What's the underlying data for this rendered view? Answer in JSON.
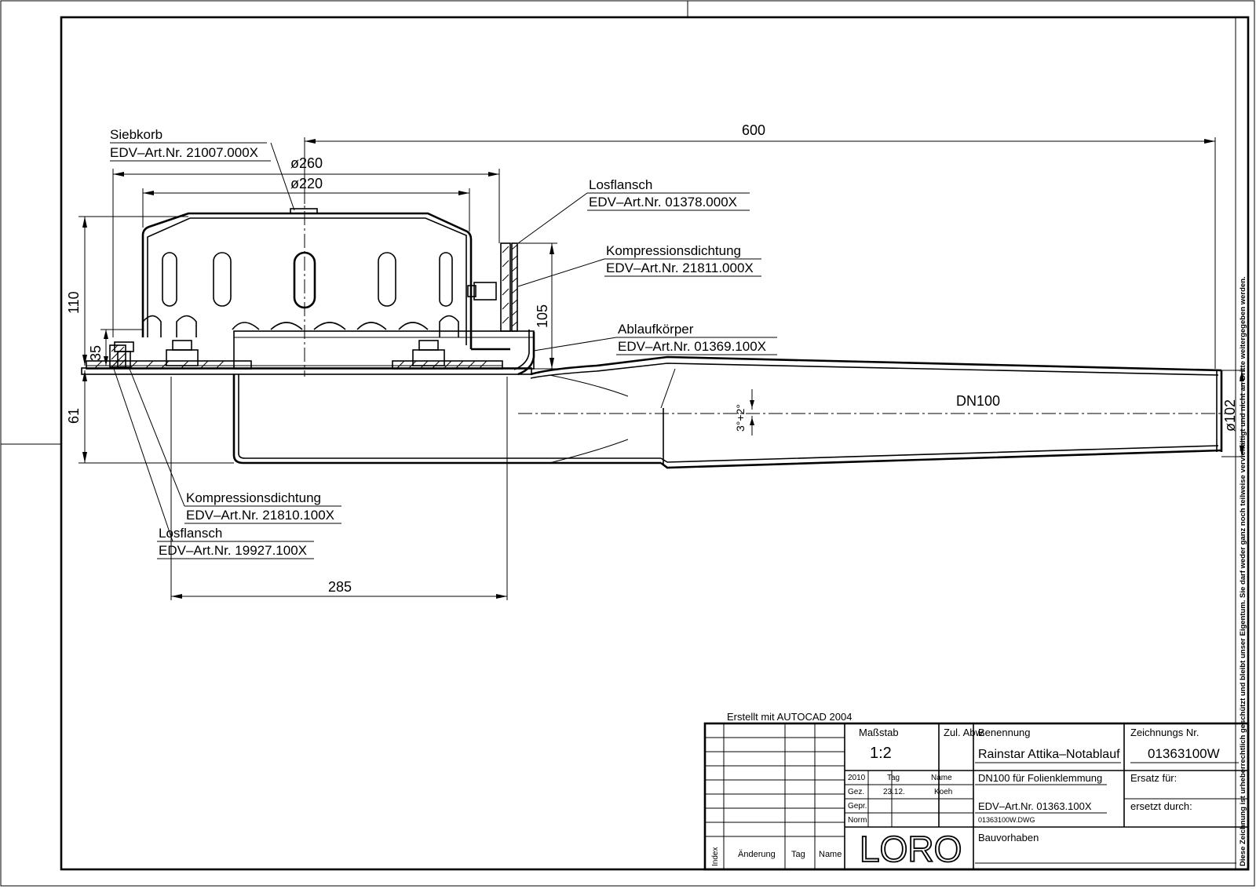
{
  "dimensions": {
    "length_600": "600",
    "dia_260": "ø260",
    "dia_220": "ø220",
    "height_110": "110",
    "height_35": "35",
    "height_105": "105",
    "height_61": "61",
    "width_285": "285",
    "dia_102": "ø102",
    "slope": "3°+2°",
    "nominal": "DN100"
  },
  "labels": {
    "siebkorb": {
      "name": "Siebkorb",
      "art": "EDV–Art.Nr.  21007.000X"
    },
    "losflansch_top": {
      "name": "Losflansch",
      "art": "EDV–Art.Nr.  01378.000X"
    },
    "kompression_top": {
      "name": "Kompressionsdichtung",
      "art": "EDV–Art.Nr.  21811.000X"
    },
    "ablauf": {
      "name": "Ablaufkörper",
      "art": "EDV–Art.Nr.  01369.100X"
    },
    "kompression_bottom": {
      "name": "Kompressionsdichtung",
      "art": "EDV–Art.Nr.  21810.100X"
    },
    "losflansch_bottom": {
      "name": "Losflansch",
      "art": "EDV–Art.Nr.  19927.100X"
    }
  },
  "title_block": {
    "created_with": "Erstellt mit AUTOCAD 2004",
    "scale_label": "Maßstab",
    "scale_value": "1:2",
    "tolerance_label": "Zul. Abw.",
    "name_label": "Benennung",
    "name_value": "Rainstar Attika–Notablauf",
    "subtitle": "DN100 für Folienklemmung",
    "art_number": "EDV–Art.Nr. 01363.100X",
    "dwg_file": "01363100W.DWG",
    "drawing_no_label": "Zeichnungs Nr.",
    "drawing_no_value": "01363100W",
    "replaces_label": "Ersatz für:",
    "replaced_by_label": "ersetzt durch:",
    "project_label": "Bauvorhaben",
    "year": "2010",
    "day_label": "Tag",
    "name_col_label": "Name",
    "drawn_label": "Gez.",
    "drawn_date": "23.12.",
    "drawn_name": "Koeh",
    "checked_label": "Gepr.",
    "norm_label": "Norm.",
    "index_label": "Index",
    "change_label": "Änderung",
    "rev_day_label": "Tag",
    "rev_name_label": "Name",
    "logo_text": "LORO"
  },
  "copyright_note": "Diese Zeichnung ist urheberrechtlich geschützt und bleibt unser Eigentum. Sie darf weder ganz noch teilweise vervielfältigt und nicht an Dritte weitergegeben werden."
}
